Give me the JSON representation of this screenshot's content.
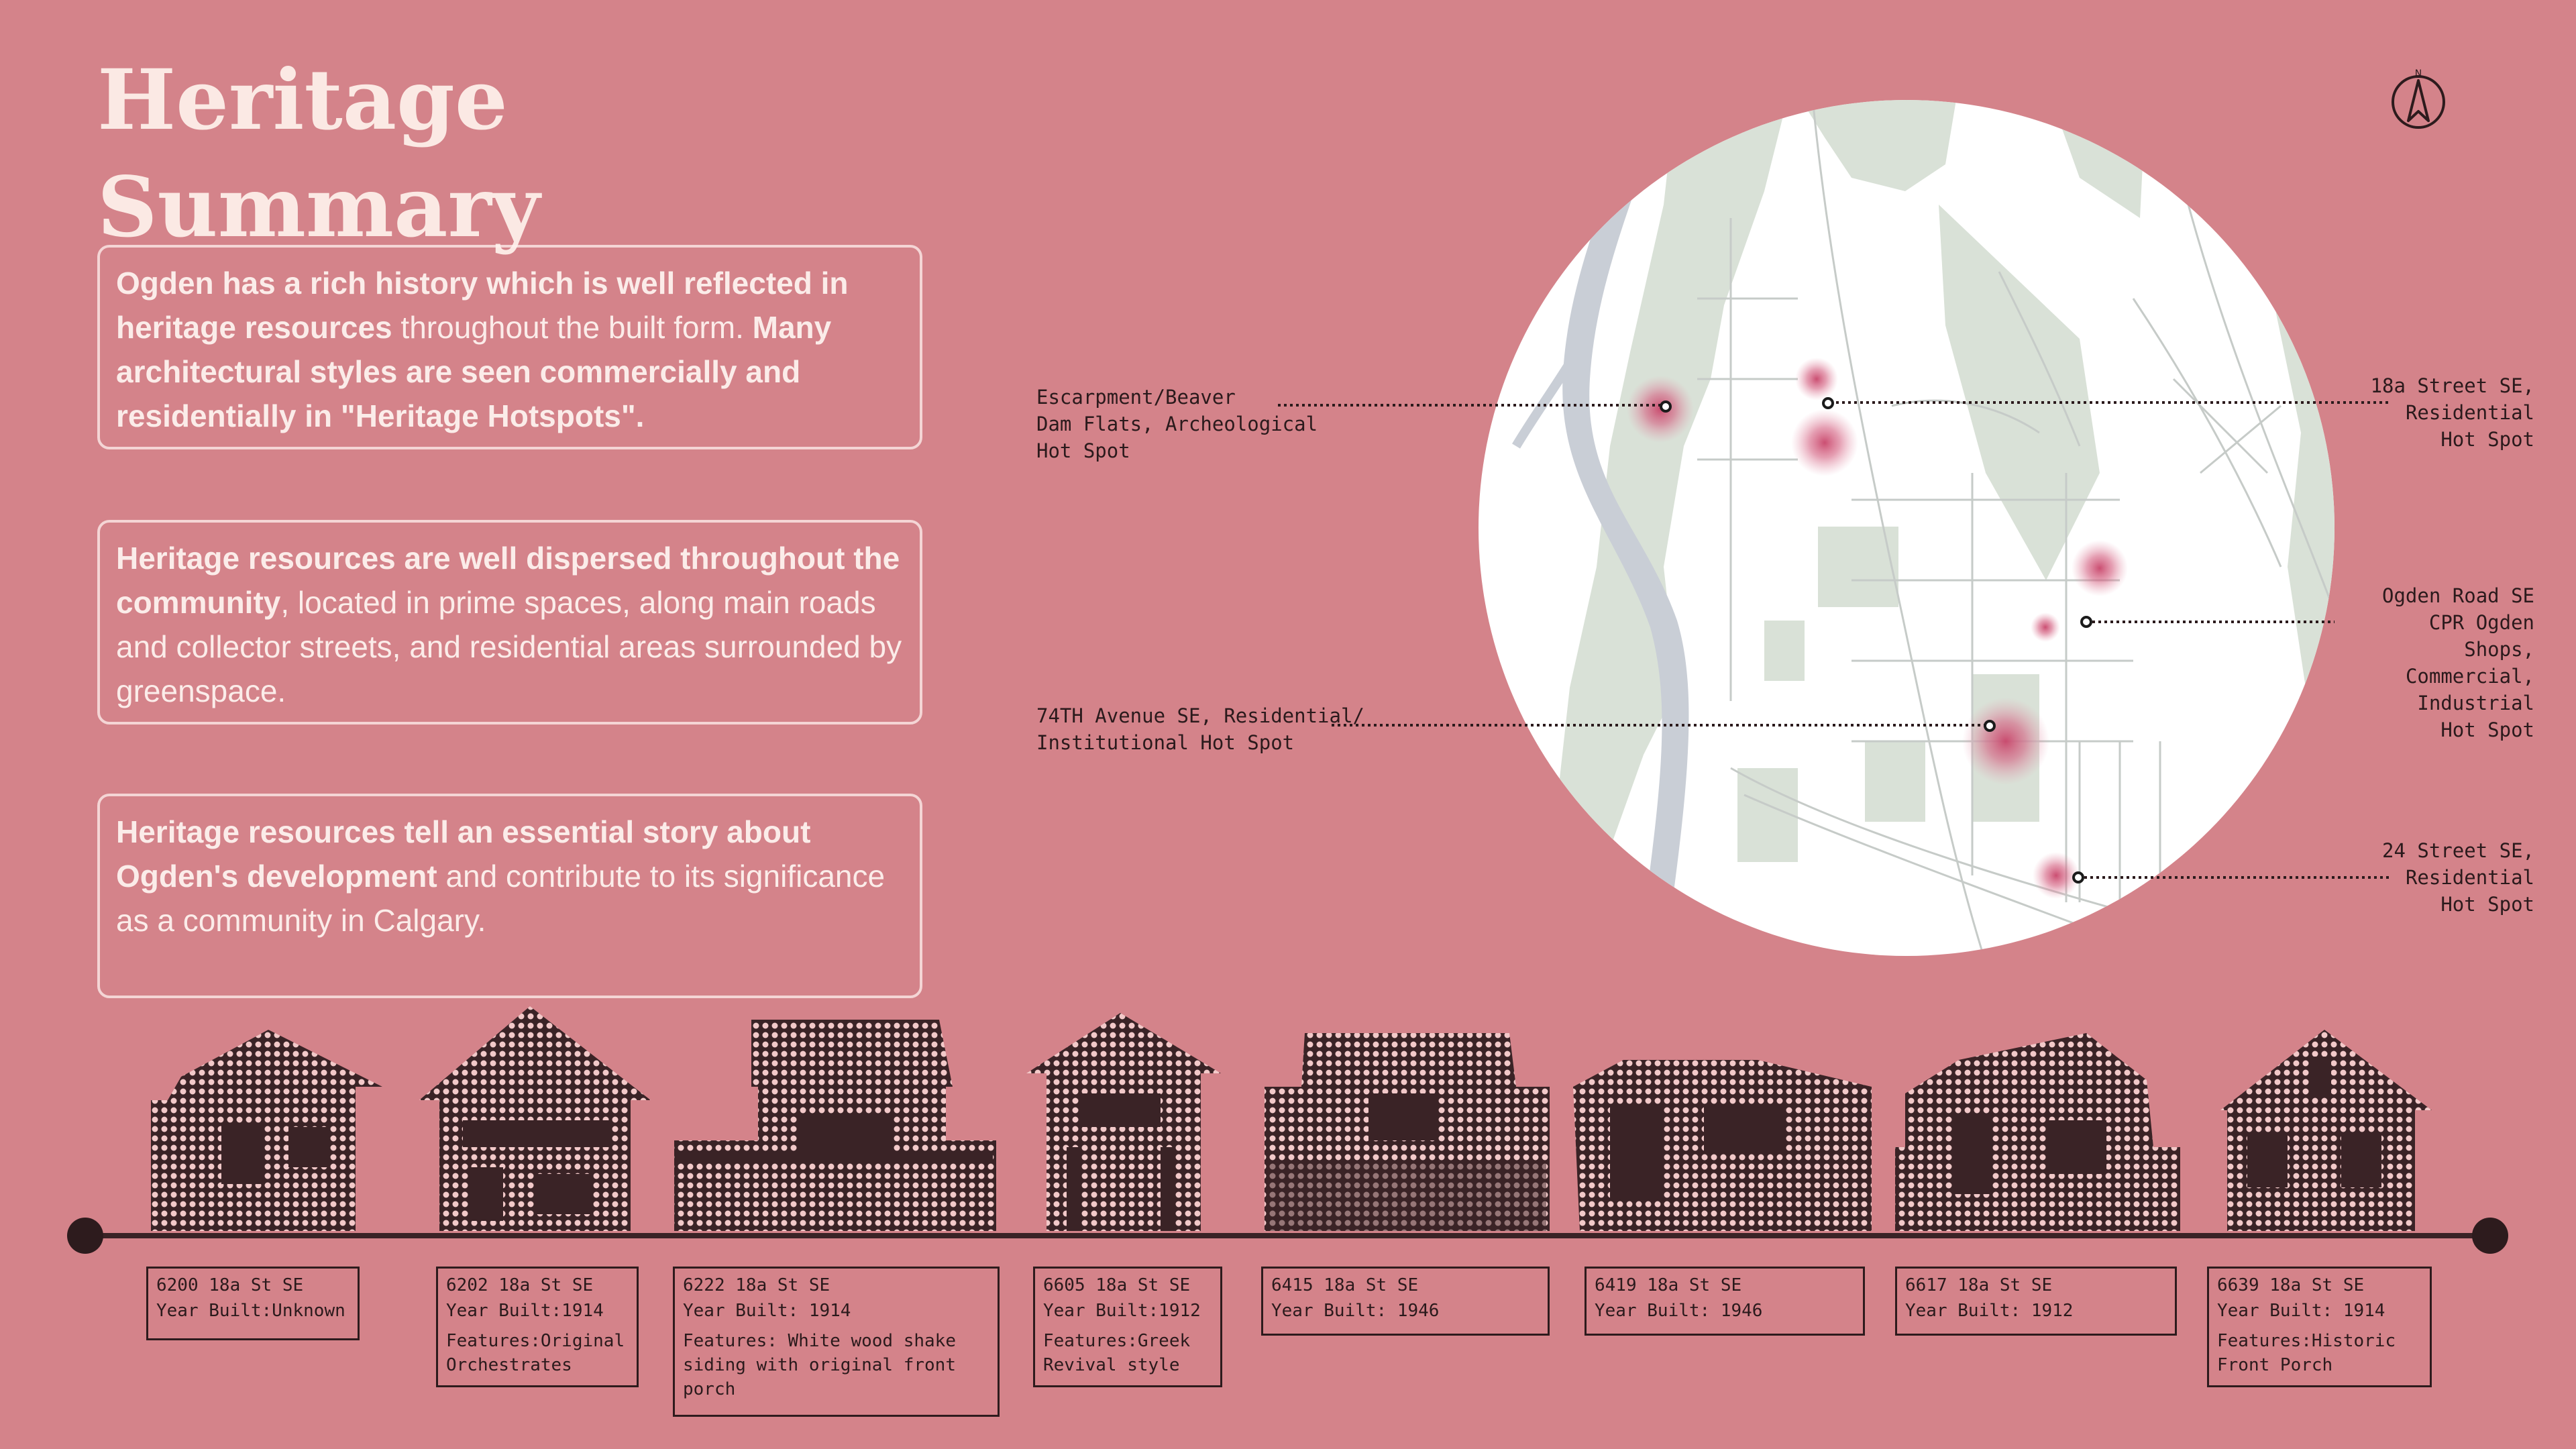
{
  "title": {
    "line1": "Heritage",
    "line2": "Summary"
  },
  "panels": [
    {
      "strong1": "Ogden has a rich history which is well reflected in heritage resources",
      "text1": " throughout the built form. ",
      "strong2": "Many architectural styles are seen commercially and residentially in \"Heritage Hotspots\".",
      "text2": ""
    },
    {
      "strong1": "Heritage resources are well dispersed throughout the community",
      "text1": ", located in prime spaces, along main roads and collector streets, and residential areas surrounded by greenspace.",
      "strong2": "",
      "text2": ""
    },
    {
      "strong1": "Heritage resources tell an essential story about Ogden's development",
      "text1": " and contribute to its significance as a community in Calgary.",
      "strong2": "",
      "text2": ""
    }
  ],
  "compass": {
    "letter": "N"
  },
  "hotspots": [
    {
      "name": "Escarpment/Beaver\nDam Flats, Archeological\nHot Spot"
    },
    {
      "name": "74TH Avenue SE, Residential/\nInstitutional Hot Spot"
    },
    {
      "name": "18a Street SE,\nResidential\nHot Spot"
    },
    {
      "name": "Ogden Road SE\nCPR Ogden\nShops,\nCommercial,\nIndustrial\nHot Spot"
    },
    {
      "name": "24 Street SE,\nResidential\nHot Spot"
    }
  ],
  "houses": [
    {
      "address": "6200 18a St SE",
      "year": "Year Built:Unknown",
      "features": ""
    },
    {
      "address": "6202 18a St SE",
      "year": "Year Built:1914",
      "features": "Features:Original Orchestrates"
    },
    {
      "address": "6222 18a St SE",
      "year": "Year Built: 1914",
      "features": "Features: White wood shake siding with original front porch"
    },
    {
      "address": "6605 18a St SE",
      "year": "Year Built:1912",
      "features": "Features:Greek Revival style"
    },
    {
      "address": "6415 18a St SE",
      "year": "Year Built: 1946",
      "features": ""
    },
    {
      "address": "6419 18a St SE",
      "year": "Year Built: 1946",
      "features": ""
    },
    {
      "address": "6617 18a St SE",
      "year": "Year Built: 1912",
      "features": ""
    },
    {
      "address": "6639 18a St SE",
      "year": "Year Built: 1914",
      "features": "Features:Historic Front Porch"
    }
  ],
  "colors": {
    "background": "#d4838a",
    "ink": "#2d1b1d",
    "map_bg": "#ffffff",
    "green": "#d9e1d7",
    "river": "#c9ced6",
    "hotspot": "#c8456a"
  }
}
